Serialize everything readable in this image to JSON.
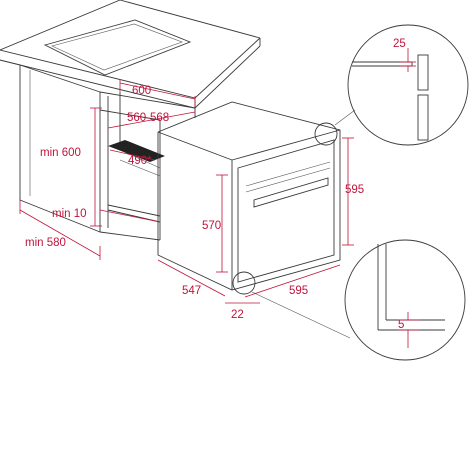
{
  "dimensions": {
    "niche_depth": "600",
    "niche_width": "560-568",
    "cutout_490": "490*",
    "niche_height": "min 600",
    "gap_min10": "min 10",
    "cabinet_depth": "min 580",
    "oven_height_570": "570",
    "oven_depth_547": "547",
    "front_offset_22": "22",
    "oven_width_595": "595",
    "oven_height_595": "595",
    "detail_top_25": "25",
    "detail_bottom_5": "5"
  },
  "colors": {
    "dimension": "#c0143c",
    "line": "#3a3a3a"
  }
}
